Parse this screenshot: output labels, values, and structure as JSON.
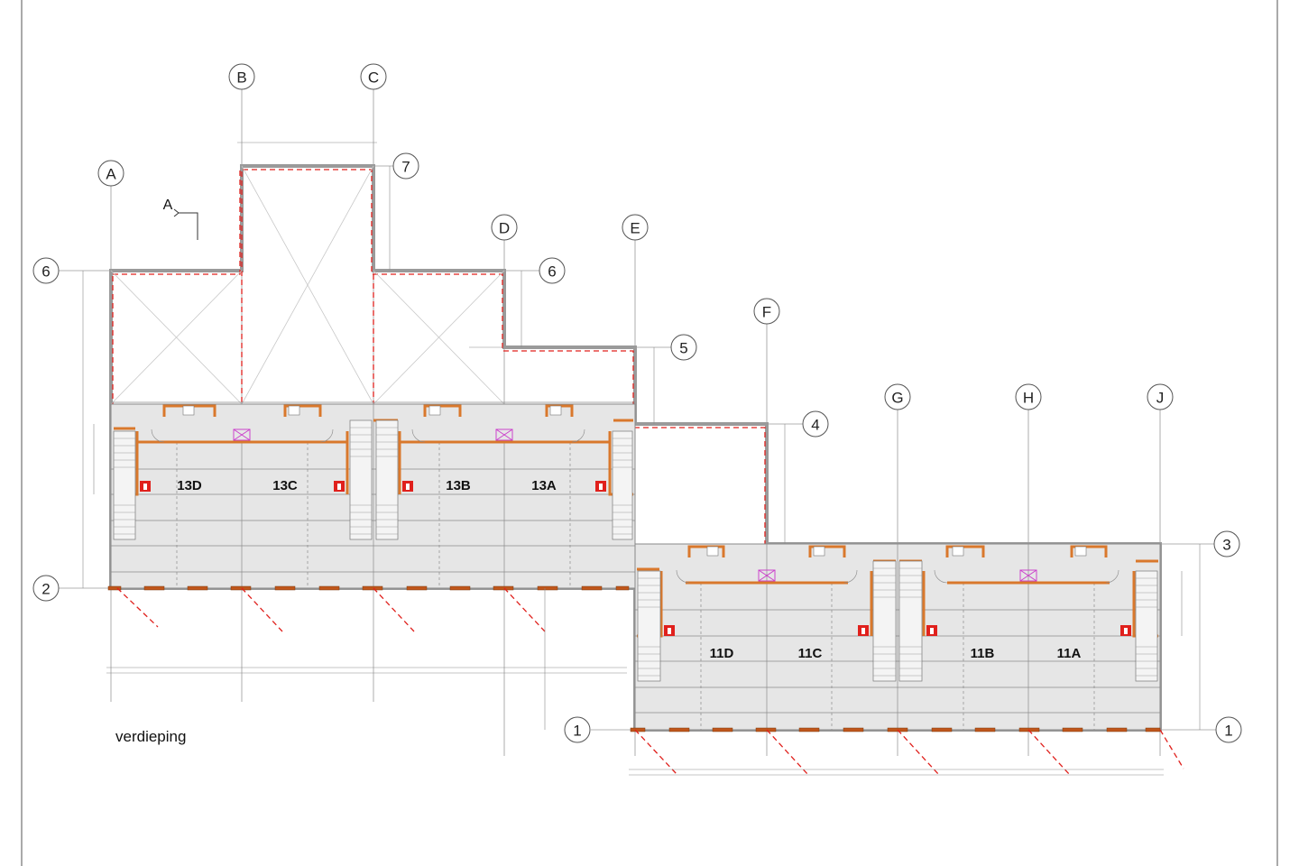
{
  "drawing": {
    "floor_label": "verdieping",
    "section_marker": "A"
  },
  "grid_lines": {
    "letters": [
      "A",
      "B",
      "C",
      "D",
      "E",
      "F",
      "G",
      "H",
      "J"
    ],
    "numbers": [
      "1",
      "2",
      "3",
      "4",
      "5",
      "6",
      "7"
    ]
  },
  "units": [
    {
      "label": "13D"
    },
    {
      "label": "13C"
    },
    {
      "label": "13B"
    },
    {
      "label": "13A"
    },
    {
      "label": "11D"
    },
    {
      "label": "11C"
    },
    {
      "label": "11B"
    },
    {
      "label": "11A"
    }
  ],
  "colors": {
    "fire_line": "#e0201c",
    "wall_accent": "#d9782c",
    "floor_fill": "#e6e6e6"
  }
}
